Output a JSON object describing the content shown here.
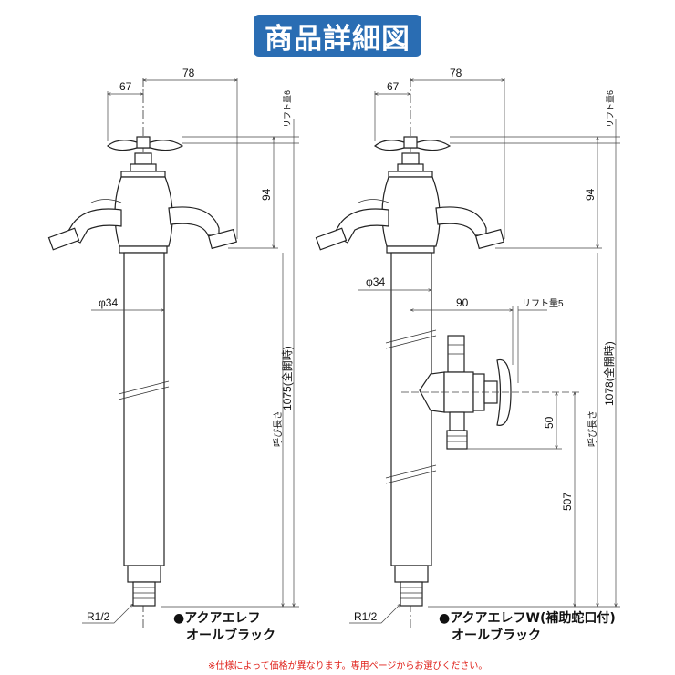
{
  "header": {
    "title": "商品詳細図"
  },
  "left_drawing": {
    "dim_width_handle": "67",
    "dim_width_spout": "78",
    "lift": "リフト量6",
    "dim_height_spout": "94",
    "pipe_diameter": "φ34",
    "total_height": "1075(全開時)",
    "nominal_length": "呼び長さ",
    "thread": "R1/2",
    "caption_line1": "●アクアエレフ",
    "caption_line2": "オールブラック"
  },
  "right_drawing": {
    "dim_width_handle": "67",
    "dim_width_spout": "78",
    "lift": "リフト量6",
    "dim_height_spout": "94",
    "pipe_diameter": "φ34",
    "sub_tap_offset": "90",
    "sub_tap_lift": "リフト量5",
    "sub_tap_height": "50",
    "sub_tap_position": "507",
    "total_height": "1078(全開時)",
    "nominal_length": "呼び長さ",
    "thread": "R1/2",
    "caption_line1": "●アクアエレフW(補助蛇口付)",
    "caption_line2": "オールブラック"
  },
  "footer": {
    "note": "※仕様によって価格が異なります。専用ページからお選びください。"
  }
}
